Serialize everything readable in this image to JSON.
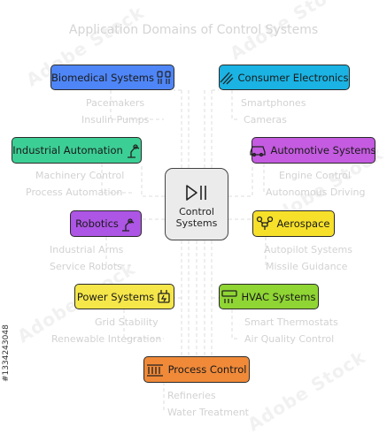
{
  "title": "Application Domains of Control Systems",
  "center": {
    "label_line1": "Control",
    "label_line2": "Systems",
    "icon": "play-pause-icon"
  },
  "domains": {
    "biomedical": {
      "label": "Biomedical Systems",
      "color": "#4f86f7",
      "icon": "medical-devices-icon",
      "items": [
        "Pacemakers",
        "Insulin Pumps"
      ]
    },
    "consumer": {
      "label": "Consumer Electronics",
      "color": "#1ab3e3",
      "icon": "electronics-icon",
      "items": [
        "Smartphones",
        "Cameras"
      ]
    },
    "industrial": {
      "label": "Industrial Automation",
      "color": "#3ccf95",
      "icon": "robotic-arm-icon",
      "items": [
        "Machinery Control",
        "Process Automation"
      ]
    },
    "automotive": {
      "label": "Automotive Systems",
      "color": "#c45be0",
      "icon": "car-icon",
      "items": [
        "Engine Control",
        "Autonomous Driving"
      ]
    },
    "robotics": {
      "label": "Robotics",
      "color": "#ad55e4",
      "icon": "robot-icon",
      "items": [
        "Industrial Arms",
        "Service Robots"
      ]
    },
    "aerospace": {
      "label": "Aerospace",
      "color": "#f7e02a",
      "icon": "drone-icon",
      "items": [
        "Autopilot Systems",
        "Missile Guidance"
      ]
    },
    "power": {
      "label": "Power Systems",
      "color": "#f5e64a",
      "icon": "power-plug-icon",
      "items": [
        "Grid Stability",
        "Renewable Integration"
      ]
    },
    "hvac": {
      "label": "HVAC Systems",
      "color": "#8fd534",
      "icon": "air-conditioner-icon",
      "items": [
        "Smart Thermostats",
        "Air Quality Control"
      ]
    },
    "process": {
      "label": "Process Control",
      "color": "#f08a39",
      "icon": "factory-icon",
      "items": [
        "Refineries",
        "Water Treatment"
      ]
    }
  },
  "watermark": {
    "text": "Adobe Stock",
    "id": "#1334243048"
  }
}
